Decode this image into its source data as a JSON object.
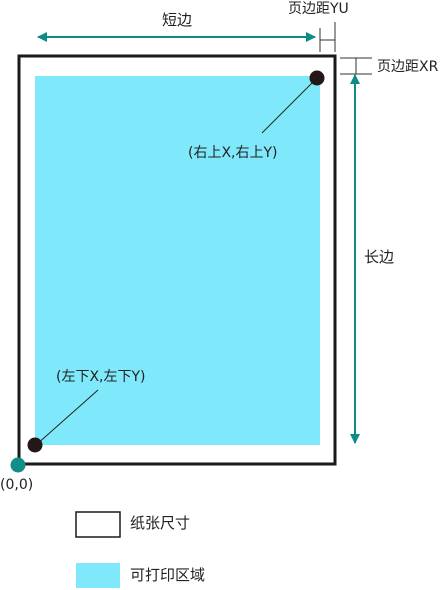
{
  "labels": {
    "short_edge": "短边",
    "margin_top": "页边距YU",
    "margin_right": "页边距XR",
    "long_edge": "长边",
    "top_right_point": "(右上X,右上Y)",
    "bottom_left_point": "(左下X,左下Y)",
    "origin": "(0,0)"
  },
  "legend": {
    "paper_size": "纸张尺寸",
    "printable_area": "可打印区域"
  },
  "colors": {
    "paper_border": "#1a1a1a",
    "printable_fill": "#7fe9fb",
    "dimension_arrow": "#0d8c86",
    "origin_marker": "#0f8f88",
    "corner_point": "#231815"
  }
}
